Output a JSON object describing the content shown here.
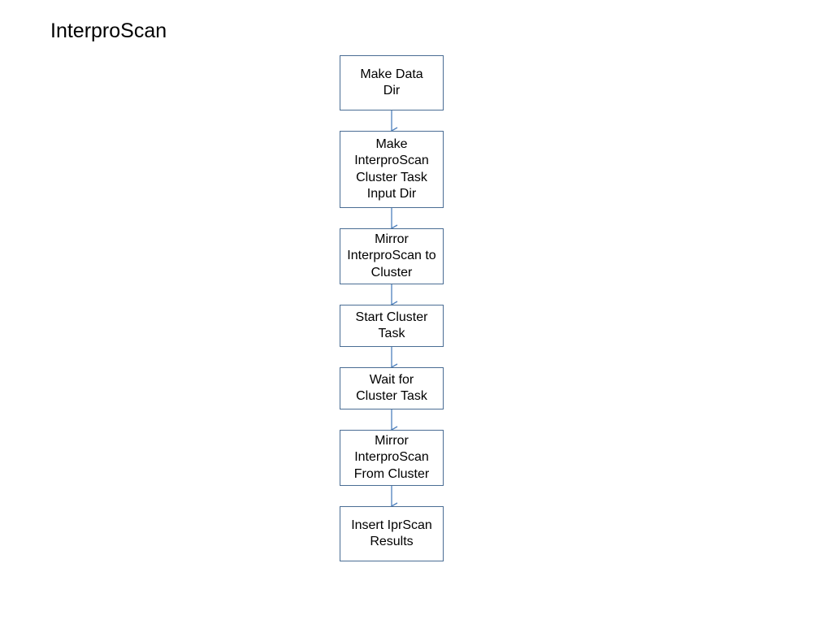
{
  "title": "InterproScan",
  "steps": [
    {
      "label": "Make Data Dir"
    },
    {
      "label": "Make InterproScan Cluster Task Input Dir"
    },
    {
      "label": "Mirror InterproScan to Cluster"
    },
    {
      "label": "Start Cluster Task"
    },
    {
      "label": "Wait for Cluster Task"
    },
    {
      "label": "Mirror InterproScan From Cluster"
    },
    {
      "label": "Insert IprScan Results"
    }
  ],
  "colors": {
    "box_border": "#4a6d94",
    "arrow": "#4f81bd"
  }
}
